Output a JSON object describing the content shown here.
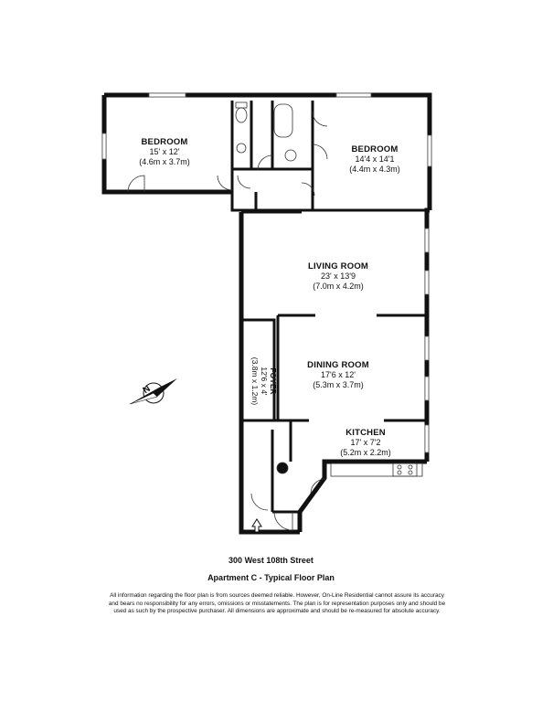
{
  "rooms": {
    "bedroom1": {
      "name": "BEDROOM",
      "dims_ft": "15' x 12'",
      "dims_m": "(4.6m x 3.7m)"
    },
    "bedroom2": {
      "name": "BEDROOM",
      "dims_ft": "14'4 x 14'1",
      "dims_m": "(4.4m x 4.3m)"
    },
    "living": {
      "name": "LIVING ROOM",
      "dims_ft": "23' x 13'9",
      "dims_m": "(7.0m x 4.2m)"
    },
    "dining": {
      "name": "DINING ROOM",
      "dims_ft": "17'6 x 12'",
      "dims_m": "(5.3m x 3.7m)"
    },
    "kitchen": {
      "name": "KITCHEN",
      "dims_ft": "17' x 7'2",
      "dims_m": "(5.2m x 2.2m)"
    },
    "foyer": {
      "name": "FOYER",
      "dims_ft": "12'6 x 4'",
      "dims_m": "(3.8m x 1.2m)"
    }
  },
  "compass": {
    "label": "N",
    "icon": "compass-icon"
  },
  "entry": {
    "icon": "entry-arrow-icon"
  },
  "footer": {
    "address": "300 West 108th Street",
    "plan_title": "Apartment C - Typical Floor Plan",
    "disclaimer": "All information regarding the floor plan is from sources deemed reliable. However, On-Line Residential cannot assure its accuracy and bears no responsibility for any errors, omissions or misstatements. The plan is for representation purposes only and should be used as such by the prospective purchaser. All dimensions are approximate and should be re-measured for absolute accuracy."
  }
}
